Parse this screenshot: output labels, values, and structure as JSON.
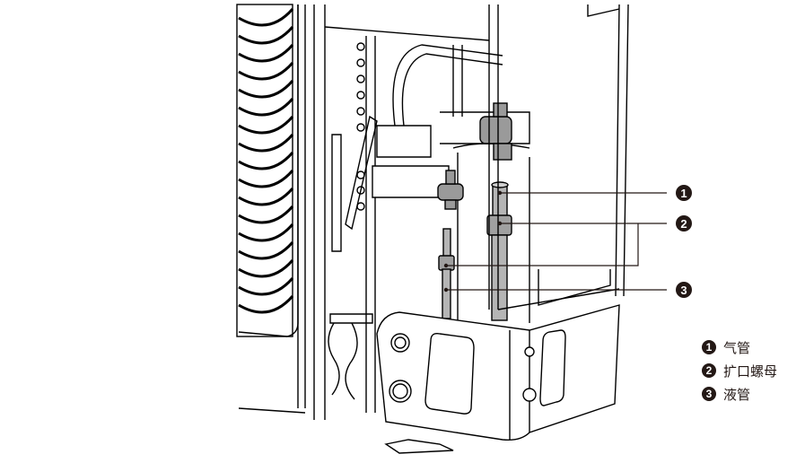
{
  "diagram": {
    "subject": "Air conditioner outdoor unit — service valve / piping connection area",
    "callouts": [
      {
        "number": "1",
        "label": "气管"
      },
      {
        "number": "2",
        "label": "扩口螺母"
      },
      {
        "number": "3",
        "label": "液管"
      }
    ],
    "colors": {
      "line": "#000000",
      "callout": "#231815",
      "pipe_fill": "#b5b5b5"
    }
  }
}
